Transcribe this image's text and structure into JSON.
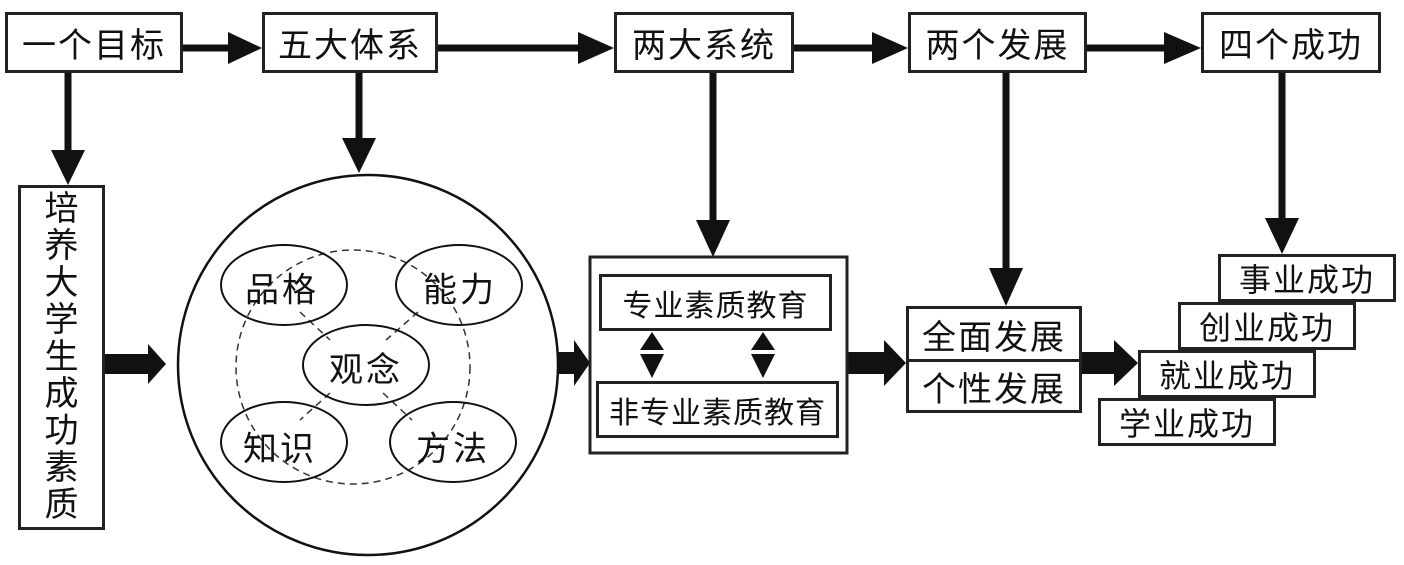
{
  "top_row": [
    {
      "id": "one-goal",
      "label": "一个目标"
    },
    {
      "id": "five-systems",
      "label": "五大体系"
    },
    {
      "id": "two-systems",
      "label": "两大系统"
    },
    {
      "id": "two-developments",
      "label": "两个发展"
    },
    {
      "id": "four-successes",
      "label": "四个成功"
    }
  ],
  "goal_box": {
    "label": "培养大学生成功素质",
    "chars": [
      "培",
      "养",
      "大",
      "学",
      "生",
      "成",
      "功",
      "素",
      "质"
    ]
  },
  "circle": {
    "center": "观念",
    "ellipses": [
      "品格",
      "能力",
      "知识",
      "方法"
    ]
  },
  "education": {
    "professional": "专业素质教育",
    "non_professional": "非专业素质教育"
  },
  "development": {
    "overall": "全面发展",
    "individual": "个性发展"
  },
  "successes": [
    {
      "label": "事业成功"
    },
    {
      "label": "创业成功"
    },
    {
      "label": "就业成功"
    },
    {
      "label": "学业成功"
    }
  ],
  "colors": {
    "stroke": "#222222",
    "background": "#ffffff"
  }
}
